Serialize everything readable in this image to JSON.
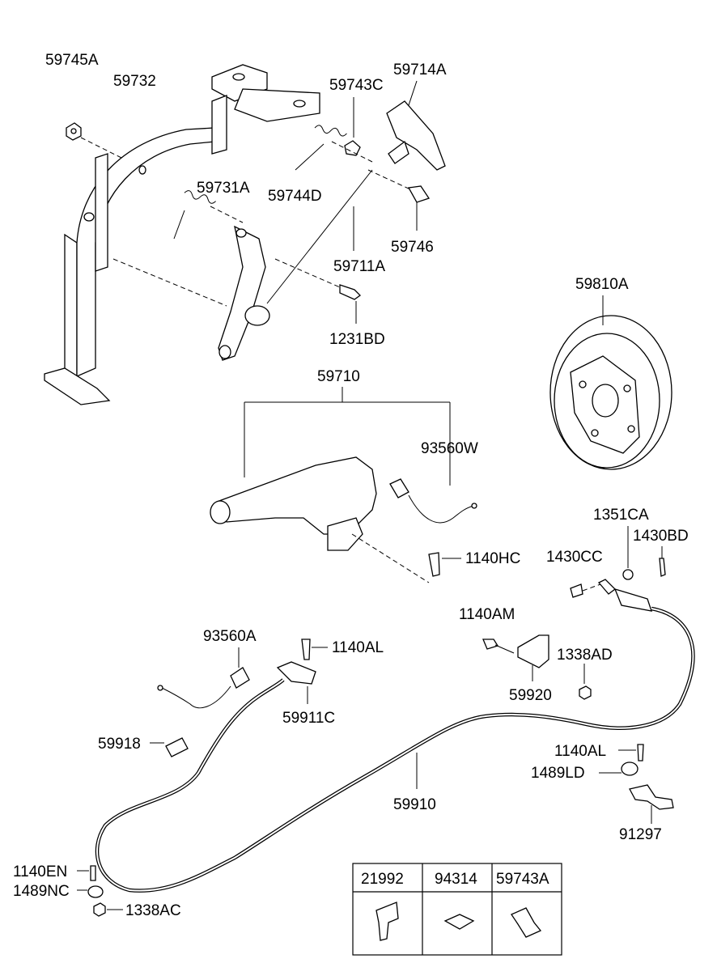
{
  "parts": {
    "p59745A": "59745A",
    "p59732": "59732",
    "p59743C": "59743C",
    "p59714A": "59714A",
    "p59731A": "59731A",
    "p59744D": "59744D",
    "p59746": "59746",
    "p59711A": "59711A",
    "p1231BD": "1231BD",
    "p59810A": "59810A",
    "p59710": "59710",
    "p93560W": "93560W",
    "p1351CA": "1351CA",
    "p1430BD": "1430BD",
    "p1140HC": "1140HC",
    "p1430CC": "1430CC",
    "p1140AM": "1140AM",
    "p1338AD": "1338AD",
    "p59920": "59920",
    "p93560A": "93560A",
    "p1140AL_top": "1140AL",
    "p59911C": "59911C",
    "p59918": "59918",
    "p1140AL_right": "1140AL",
    "p1489LD": "1489LD",
    "p59910": "59910",
    "p91297": "91297",
    "p1140EN": "1140EN",
    "p1489NC": "1489NC",
    "p1338AC": "1338AC"
  },
  "legend_table": {
    "headers": [
      "21992",
      "94314",
      "59743A"
    ]
  }
}
